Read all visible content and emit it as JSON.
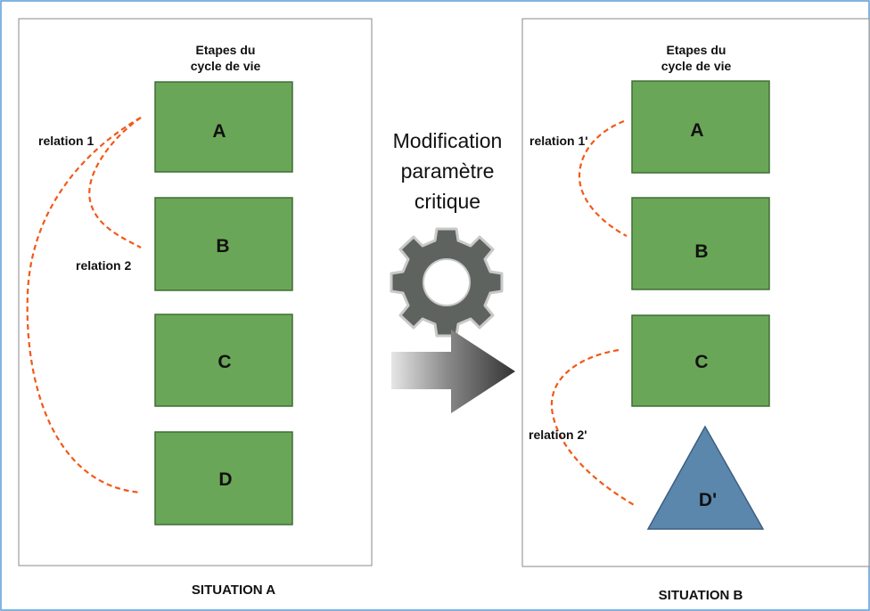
{
  "colors": {
    "box_fill": "#6aa657",
    "box_stroke": "#3f6e34",
    "triangle_fill": "#5b87ad",
    "triangle_stroke": "#3d5f80",
    "relation_line": "#f2591a",
    "gear_fill": "#5f6360",
    "gear_stroke": "#c9c9c9",
    "outer_frame": "#5b9bd5",
    "panel_border": "#8a8a8a"
  },
  "icons": {
    "gear": "gear-icon",
    "arrow": "arrow-right-icon"
  },
  "situation_a": {
    "title": "Etapes du cycle de vie",
    "title_lines": [
      "Etapes du",
      "cycle de vie"
    ],
    "stages": [
      "A",
      "B",
      "C",
      "D"
    ],
    "relations": [
      "relation 1",
      "relation 2"
    ],
    "label": "SITUATION A"
  },
  "transition": {
    "lines": [
      "Modification",
      "paramètre",
      "critique"
    ]
  },
  "situation_b": {
    "title": "Etapes du cycle de vie",
    "title_lines": [
      "Etapes du",
      "cycle de vie"
    ],
    "stages": [
      "A",
      "B",
      "C"
    ],
    "new_stage": "D'",
    "relations": [
      "relation 1'",
      "relation 2'"
    ],
    "label": "SITUATION B"
  }
}
